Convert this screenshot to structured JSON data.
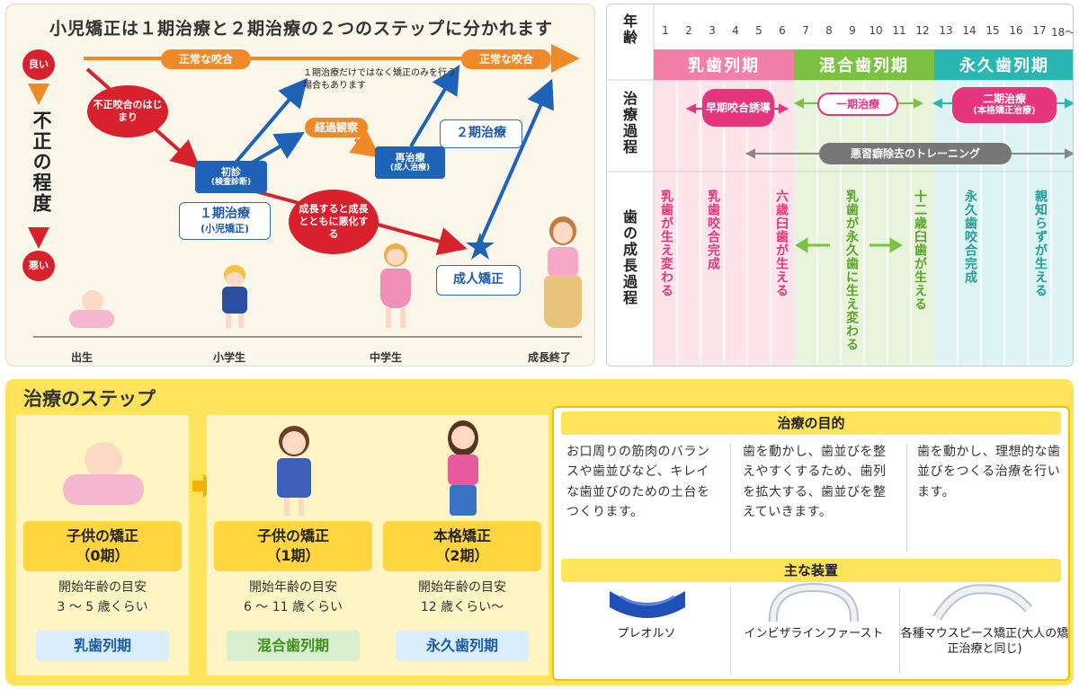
{
  "diagram": {
    "title": "小児矯正は１期治療と２期治療の２つのステップに分かれます",
    "good": "良い",
    "bad": "悪い",
    "severity": "不正の程度",
    "normal1": "正常な咬合",
    "normal2": "正常な咬合",
    "onset": "不正咬合のはじまり",
    "first_visit": "初診",
    "first_visit_sub": "(検査診断)",
    "observe": "経過観察",
    "note": "１期治療だけではなく矯正のみを行う場合もあります",
    "retreat": "再治療",
    "retreat_sub": "(成人治療)",
    "phase2": "２期治療",
    "phase1": "１期治療",
    "phase1_sub": "(小児矯正)",
    "worsen": "成長すると成長とともに悪化する",
    "adult": "成人矯正",
    "xlabels": [
      "出生",
      "小学生",
      "中学生",
      "成長終了"
    ]
  },
  "table": {
    "age_header": "年齢",
    "ages": [
      "1",
      "2",
      "3",
      "4",
      "5",
      "6",
      "7",
      "8",
      "9",
      "10",
      "11",
      "12",
      "13",
      "14",
      "15",
      "16",
      "17",
      "18〜"
    ],
    "periods": [
      "乳歯列期",
      "混合歯列期",
      "永久歯列期"
    ],
    "treatment_header": "治療過程",
    "growth_header": "歯の成長過程",
    "early": "早期咬合誘導",
    "first": "一期治療",
    "second": "二期治療",
    "second_sub": "(本格矯正治療)",
    "habit": "悪習癖除去のトレーニング",
    "growth": [
      "乳歯が生え変わる",
      "乳歯咬合完成",
      "六歳臼歯が生える",
      "乳歯が永久歯に生え変わる",
      "十二歳臼歯が生える",
      "永久歯咬合完成",
      "親知らずが生える"
    ]
  },
  "steps": {
    "title": "治療のステップ",
    "items": [
      {
        "head1": "子供の矯正",
        "head2": "（0期）",
        "age1": "開始年齢の目安",
        "age2": "3 〜 5 歳くらい",
        "tag": "乳歯列期"
      },
      {
        "head1": "子供の矯正",
        "head2": "（1期）",
        "age1": "開始年齢の目安",
        "age2": "6 〜 11 歳くらい",
        "tag": "混合歯列期"
      },
      {
        "head1": "本格矯正",
        "head2": "（2期）",
        "age1": "開始年齢の目安",
        "age2": "12 歳くらい〜",
        "tag": "永久歯列期"
      }
    ]
  },
  "purpose": {
    "title": "治療の目的",
    "texts": [
      "お口周りの筋肉のバランスや歯並びなど、キレイな歯並びのための土台をつくります。",
      "歯を動かし、歯並びを整えやすくするため、歯列を拡大する、歯並びを整えていきます。",
      "歯を動かし、理想的な歯並びをつくる治療を行います。"
    ],
    "devices_title": "主な装置",
    "devices": [
      "プレオルソ",
      "インビザラインファースト",
      "各種マウスピース矯正(大人の矯正治療と同じ)"
    ]
  },
  "colors": {
    "pink": "#e6357f",
    "green": "#7cc242",
    "teal": "#2ab7b4",
    "orange": "#f08a28",
    "red": "#d9212e",
    "blue": "#1e63b8",
    "yellow": "#ffe35a"
  }
}
